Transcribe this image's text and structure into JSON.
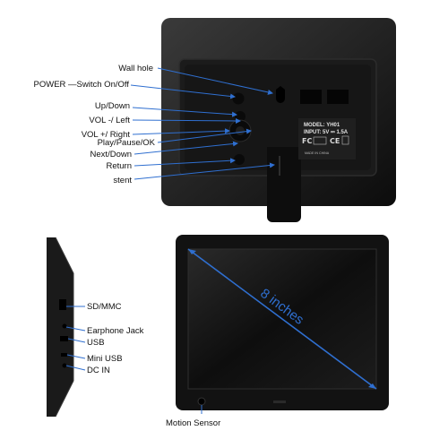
{
  "back_labels": {
    "wall_hole": "Wall hole",
    "power": "POWER —Switch On/Off",
    "up_down": "Up/Down",
    "vol_left": "VOL -/ Left",
    "vol_right": "VOL +/ Right",
    "play_pause": "Play/Pause/OK",
    "next_down": "Next/Down",
    "return": "Return",
    "stent": "stent"
  },
  "rating_plate": {
    "model": "MODEL: YH01",
    "input": "INPUT: 5V ⎓ 1.5A",
    "made_in": "MADE IN CHINA"
  },
  "side_labels": {
    "sd_mmc": "SD/MMC",
    "earphone": "Earphone Jack",
    "usb": "USB",
    "mini_usb": "Mini USB",
    "dc_in": "DC IN"
  },
  "front": {
    "diagonal": "8 inches",
    "motion_sensor": "Motion Sensor"
  },
  "colors": {
    "accent": "#2f6fd0",
    "frame": "#141414"
  }
}
